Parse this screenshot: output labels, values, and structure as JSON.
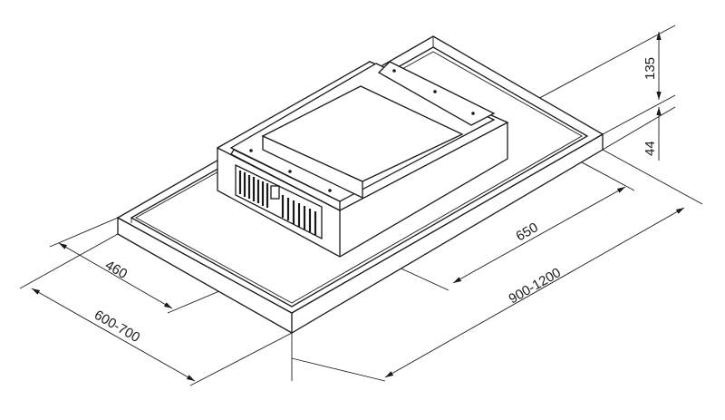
{
  "drawing": {
    "title": "Ceiling hood dimension drawing",
    "dimensions": {
      "height_upper": "135",
      "height_lower": "44",
      "motor_length": "650",
      "motor_depth": "460",
      "panel_length": "900-1200",
      "panel_depth": "600-700"
    }
  }
}
